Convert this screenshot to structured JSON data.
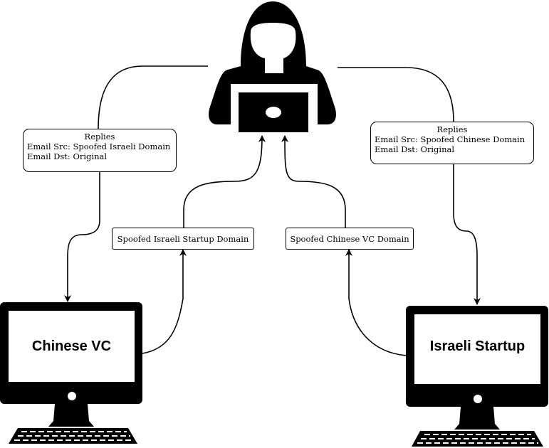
{
  "nodes": {
    "attacker": {
      "icon": "hacker-icon"
    },
    "left_computer": {
      "label": "Chinese VC",
      "icon": "desktop-computer-icon"
    },
    "right_computer": {
      "label": "Israeli Startup",
      "icon": "desktop-computer-icon"
    }
  },
  "edges": {
    "reply_to_vc": {
      "title": "Replies",
      "line1": "Email Src: Spoofed Israeli Domain",
      "line2": "Email Dst: Original"
    },
    "reply_to_startup": {
      "title": "Replies",
      "line1": "Email Src: Spoofed Chinese Domain",
      "line2": "Email Dst: Original"
    },
    "spoofed_startup": {
      "label": "Spoofed Israeli Startup Domain"
    },
    "spoofed_vc": {
      "label": "Spoofed Chinese VC Domain"
    }
  },
  "colors": {
    "stroke": "#000000",
    "background": "#ffffff"
  }
}
